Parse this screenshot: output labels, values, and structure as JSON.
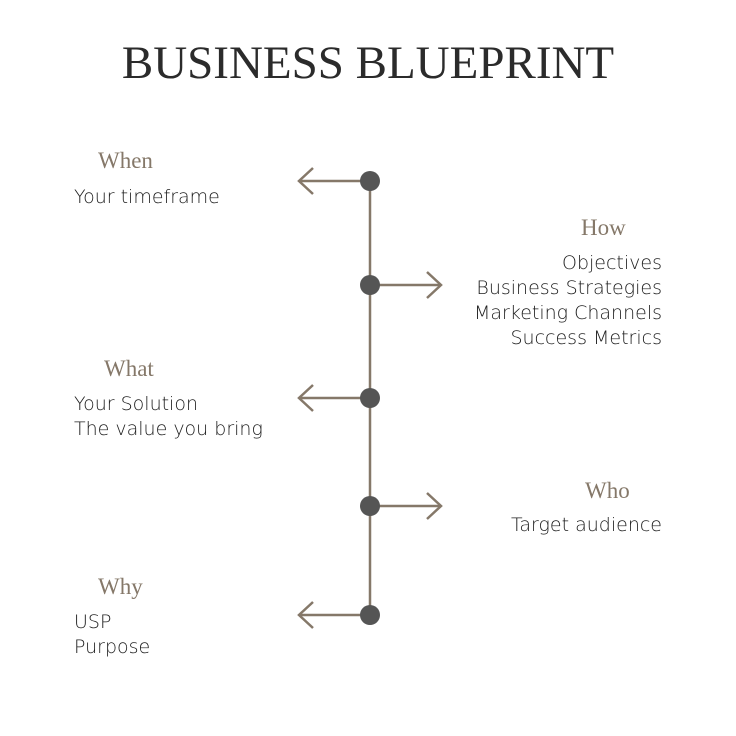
{
  "title": "BUSINESS BLUEPRINT",
  "colors": {
    "line": "#857869",
    "node": "#555555",
    "heading": "#857869",
    "text": "#1e1e1e"
  },
  "steps": [
    {
      "heading": "When",
      "side": "left",
      "lines": [
        "Your timeframe"
      ]
    },
    {
      "heading": "How",
      "side": "right",
      "lines": [
        "Objectives",
        "Business Strategies",
        "Marketing Channels",
        "Success Metrics"
      ]
    },
    {
      "heading": "What",
      "side": "left",
      "lines": [
        "Your Solution",
        "The value you bring"
      ]
    },
    {
      "heading": "Who",
      "side": "right",
      "lines": [
        "Target audience"
      ]
    },
    {
      "heading": "Why",
      "side": "left",
      "lines": [
        "USP",
        "Purpose"
      ]
    }
  ]
}
